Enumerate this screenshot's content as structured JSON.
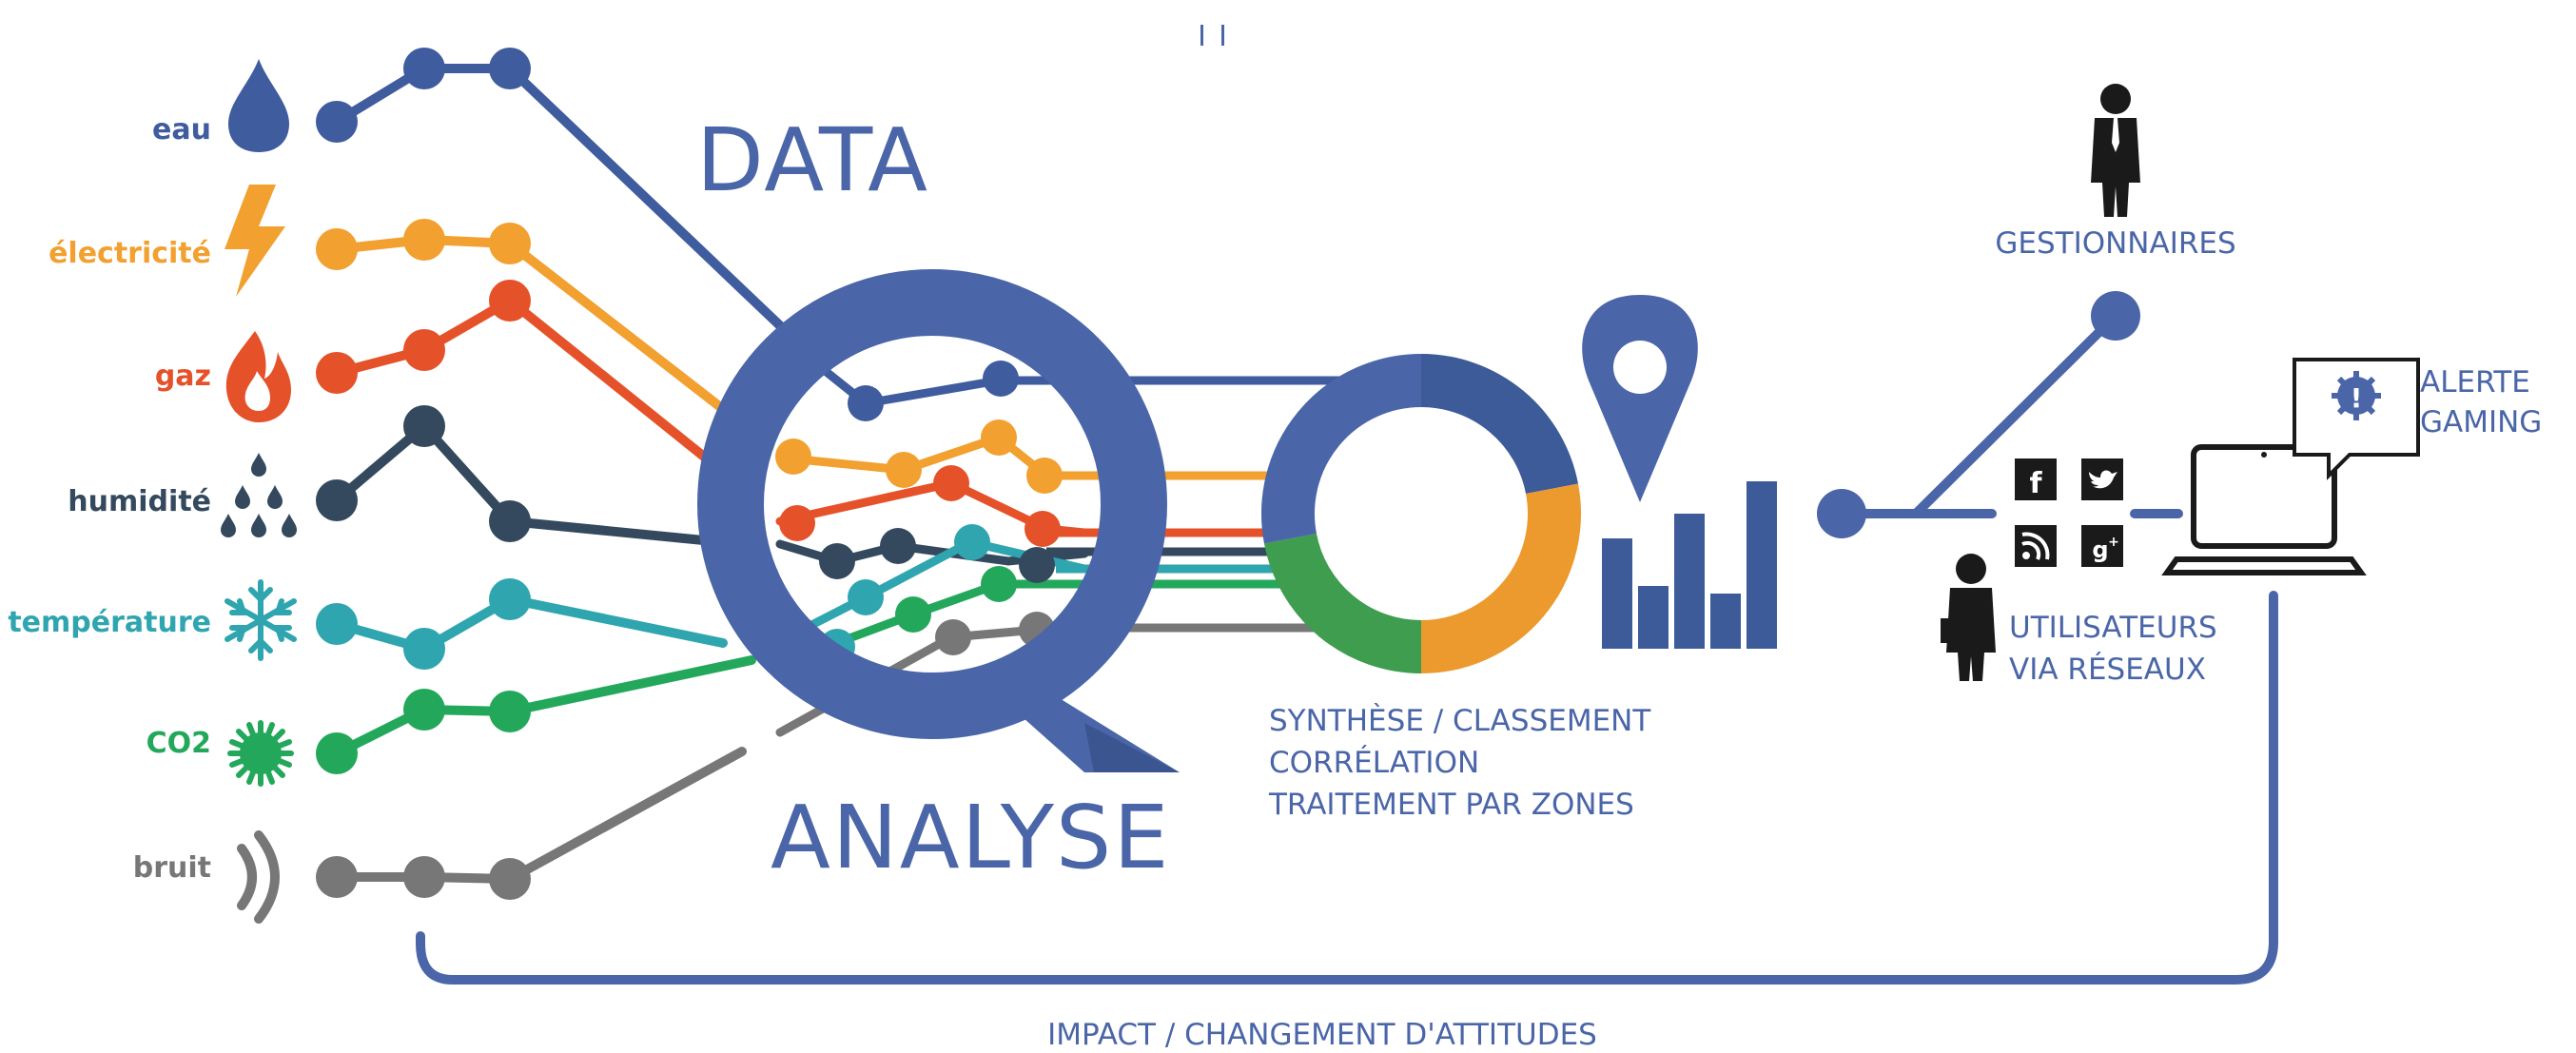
{
  "colors": {
    "primary_blue": "#4A66A8",
    "dark_blue": "#3D5B99",
    "eau": "#3F5C9E",
    "electricite": "#F2A02F",
    "gaz": "#E5522A",
    "humidite": "#34495E",
    "temperature": "#2FA5B0",
    "co2": "#23A85B",
    "bruit": "#777777",
    "donut_green": "#3E9D4E",
    "donut_orange": "#EC9A2E"
  },
  "sources": [
    {
      "key": "eau",
      "label": "eau",
      "icon": "water-drop-icon"
    },
    {
      "key": "electricite",
      "label": "électricité",
      "icon": "lightning-icon"
    },
    {
      "key": "gaz",
      "label": "gaz",
      "icon": "flame-icon"
    },
    {
      "key": "humidite",
      "label": "humidité",
      "icon": "droplets-icon"
    },
    {
      "key": "temperature",
      "label": "température",
      "icon": "snowflake-icon"
    },
    {
      "key": "co2",
      "label": "CO2",
      "icon": "co2-burst-icon"
    },
    {
      "key": "bruit",
      "label": "bruit",
      "icon": "sound-waves-icon"
    }
  ],
  "titles": {
    "data": "DATA",
    "analyse": "ANALYSE"
  },
  "synthesis": {
    "line1": "SYNTHÈSE / CLASSEMENT",
    "line2": "CORRÉLATION",
    "line3": "TRAITEMENT PAR ZONES"
  },
  "donut_segments": [
    {
      "color": "#3D5B99",
      "fraction": 0.22
    },
    {
      "color": "#EC9A2E",
      "fraction": 0.28
    },
    {
      "color": "#3E9D4E",
      "fraction": 0.22
    },
    {
      "color": "#4A66A8",
      "fraction": 0.28
    }
  ],
  "outputs": {
    "managers": "GESTIONNAIRES",
    "users_line1": "UTILISATEURS",
    "users_line2": "VIA RÉSEAUX",
    "alert_line1": "ALERTE",
    "alert_line2": "GAMING",
    "social_icons": [
      "facebook-icon",
      "twitter-icon",
      "rss-icon",
      "google-plus-icon"
    ]
  },
  "impact": "IMPACT / CHANGEMENT D'ATTITUDES"
}
